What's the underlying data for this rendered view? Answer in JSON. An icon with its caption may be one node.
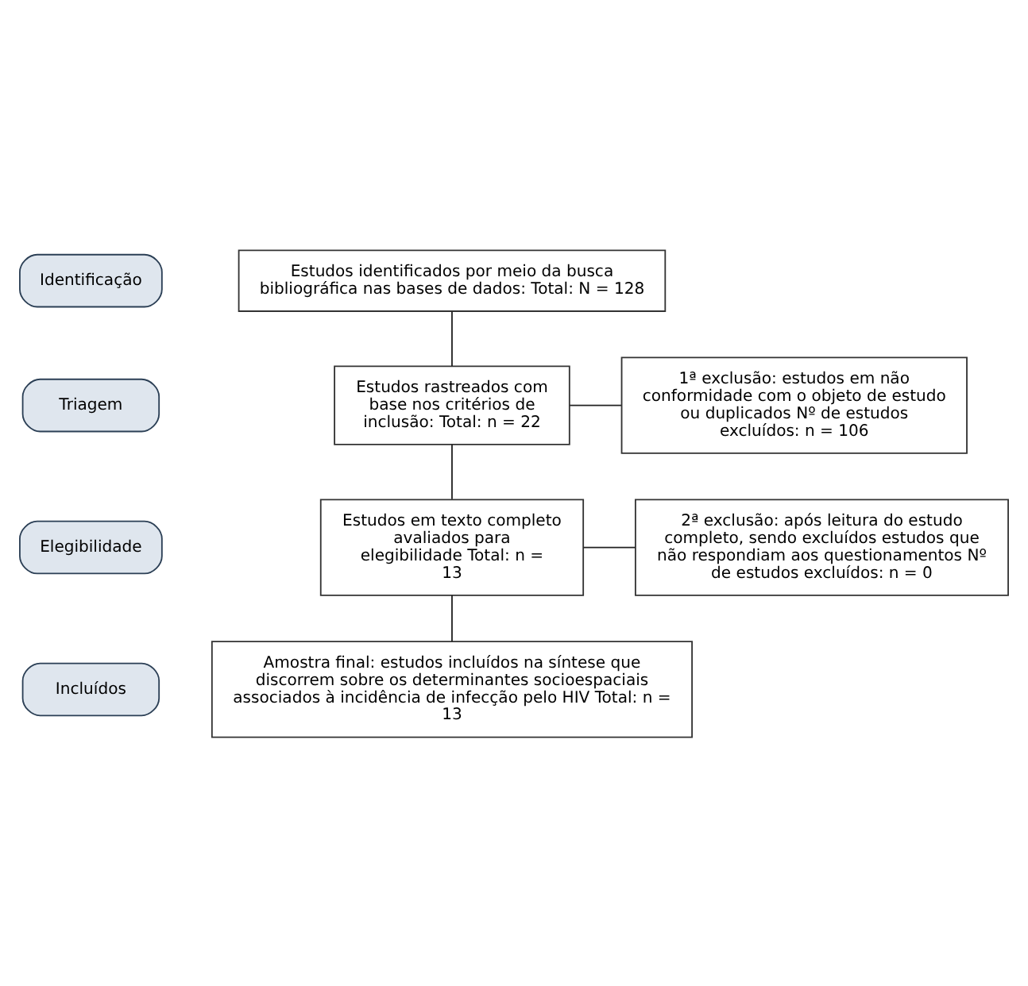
{
  "diagram": {
    "nodes": [
      {
        "text": [
          "Identificação"
        ]
      },
      {
        "text": [
          "Estudos identificados por meio da busca bibliográfica nas bases de dados: Total: N = 128"
        ]
      },
      {
        "text": [
          "Triagem"
        ]
      },
      {
        "text": [
          "Estudos rastreados com base nos critérios de inclusão: Total: n = 22"
        ]
      },
      {
        "text": [
          "1ª exclusão: estudos em não conformidade com o objeto de estudo ou duplicados Nº de estudos excluídos: n = 106"
        ]
      },
      {
        "text": [
          "Elegibilidade"
        ]
      },
      {
        "text": [
          "Estudos em texto completo avaliados para elegibilidade Total: n = 13"
        ]
      },
      {
        "text": [
          "2ª exclusão: após leitura do estudo completo, sendo excluídos estudos que não respondiam aos questionamentos Nº de estudos excluídos: n = 0"
        ]
      },
      {
        "text": [
          "Incluídos"
        ]
      },
      {
        "text": [
          "Amostra final: estudos incluídos na síntese que discorrem sobre os determinantes socioespaciais associados à incidência de infecção pelo HIV Total: n = 13"
        ]
      }
    ],
    "edges": [
      {
        "from": 1,
        "to": 3,
        "arrow": "none"
      },
      {
        "from": 3,
        "to": 4,
        "arrow": "none"
      },
      {
        "from": 3,
        "to": 6,
        "arrow": "none"
      },
      {
        "from": 6,
        "to": 7,
        "arrow": "none"
      },
      {
        "from": 6,
        "to": 9,
        "arrow": "none"
      }
    ]
  }
}
